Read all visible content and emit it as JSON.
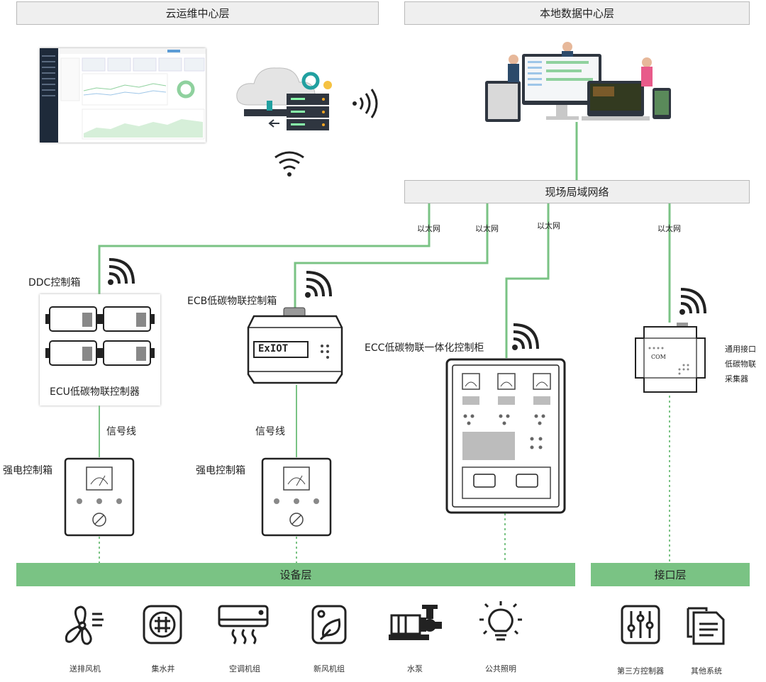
{
  "headers": {
    "cloud": "云运维中心层",
    "local": "本地数据中心层",
    "lan": "现场局域网络",
    "device": "设备层",
    "interface": "接口层"
  },
  "ethernet_labels": [
    "以太网",
    "以太网",
    "以太网",
    "以太网"
  ],
  "nodes": {
    "ddc": "DDC控制箱",
    "ecu": "ECU低碳物联控制器",
    "ecb": "ECB低碳物联控制箱",
    "ecb_brand": "ExIOT",
    "ecc": "ECC低碳物联一体化控制柜",
    "collector": [
      "通用接口",
      "低碳物联",
      "采集器"
    ],
    "collector_brand": "COM",
    "signal_left": "信号线",
    "signal_mid": "信号线",
    "power_left": "强电控制箱",
    "power_mid": "强电控制箱"
  },
  "devices": [
    {
      "label": "送排风机",
      "icon": "fan-icon"
    },
    {
      "label": "集水井",
      "icon": "sump-well-icon"
    },
    {
      "label": "空调机组",
      "icon": "air-conditioner-icon"
    },
    {
      "label": "新风机组",
      "icon": "fresh-air-unit-icon"
    },
    {
      "label": "水泵",
      "icon": "water-pump-icon"
    },
    {
      "label": "公共照明",
      "icon": "lighting-icon"
    }
  ],
  "interfaces": [
    {
      "label": "第三方控制器",
      "icon": "controller-sliders-icon"
    },
    {
      "label": "其他系统",
      "icon": "documents-icon"
    }
  ],
  "colors": {
    "line": "#7ac384",
    "header_bg": "#efefef",
    "bar": "#7ac384",
    "device_stroke": "#222222"
  }
}
